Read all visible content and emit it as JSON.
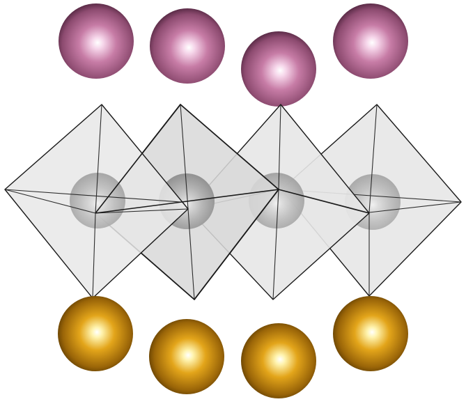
{
  "colors": {
    "top_atoms": "#c77ca6",
    "bottom_atoms": "#e3a51a",
    "center_atoms": "#9e9e9e",
    "octahedra_fill": "#e6e6e6",
    "edges": "#1a1a1a",
    "background": "#ffffff"
  },
  "structure": {
    "octahedra_count": 4,
    "top_atom_count": 4,
    "center_atom_count": 4,
    "bottom_atom_count": 4
  }
}
